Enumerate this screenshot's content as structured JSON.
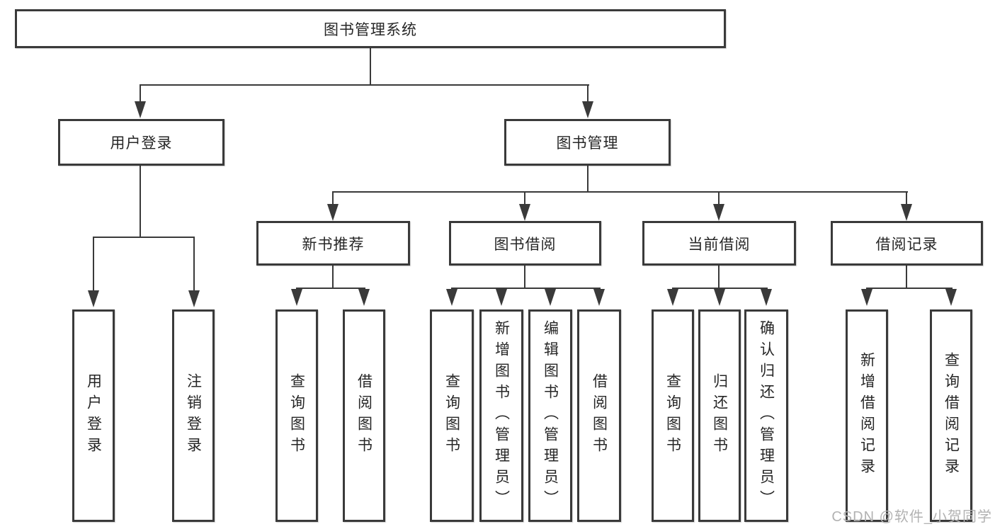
{
  "colors": {
    "line": "#3a3a3a",
    "text": "#262626",
    "watermark": "#b2b2b2",
    "background": "#ffffff"
  },
  "watermark": {
    "text": "CSDN @软件_小贺同学"
  },
  "tree": {
    "root": {
      "label": "图书管理系统",
      "children": [
        {
          "label": "用户登录",
          "children": [
            {
              "label": "用户登录"
            },
            {
              "label": "注销登录"
            }
          ]
        },
        {
          "label": "图书管理",
          "children": [
            {
              "label": "新书推荐",
              "children": [
                {
                  "label": "查询图书"
                },
                {
                  "label": "借阅图书"
                }
              ]
            },
            {
              "label": "图书借阅",
              "children": [
                {
                  "label": "查询图书"
                },
                {
                  "label": "新增图书（管理员）"
                },
                {
                  "label": "编辑图书（管理员）"
                },
                {
                  "label": "借阅图书"
                }
              ]
            },
            {
              "label": "当前借阅",
              "children": [
                {
                  "label": "查询图书"
                },
                {
                  "label": "归还图书"
                },
                {
                  "label": "确认归还（管理员）"
                }
              ]
            },
            {
              "label": "借阅记录",
              "children": [
                {
                  "label": "新增借阅记录"
                },
                {
                  "label": "查询借阅记录"
                }
              ]
            }
          ]
        }
      ]
    }
  }
}
